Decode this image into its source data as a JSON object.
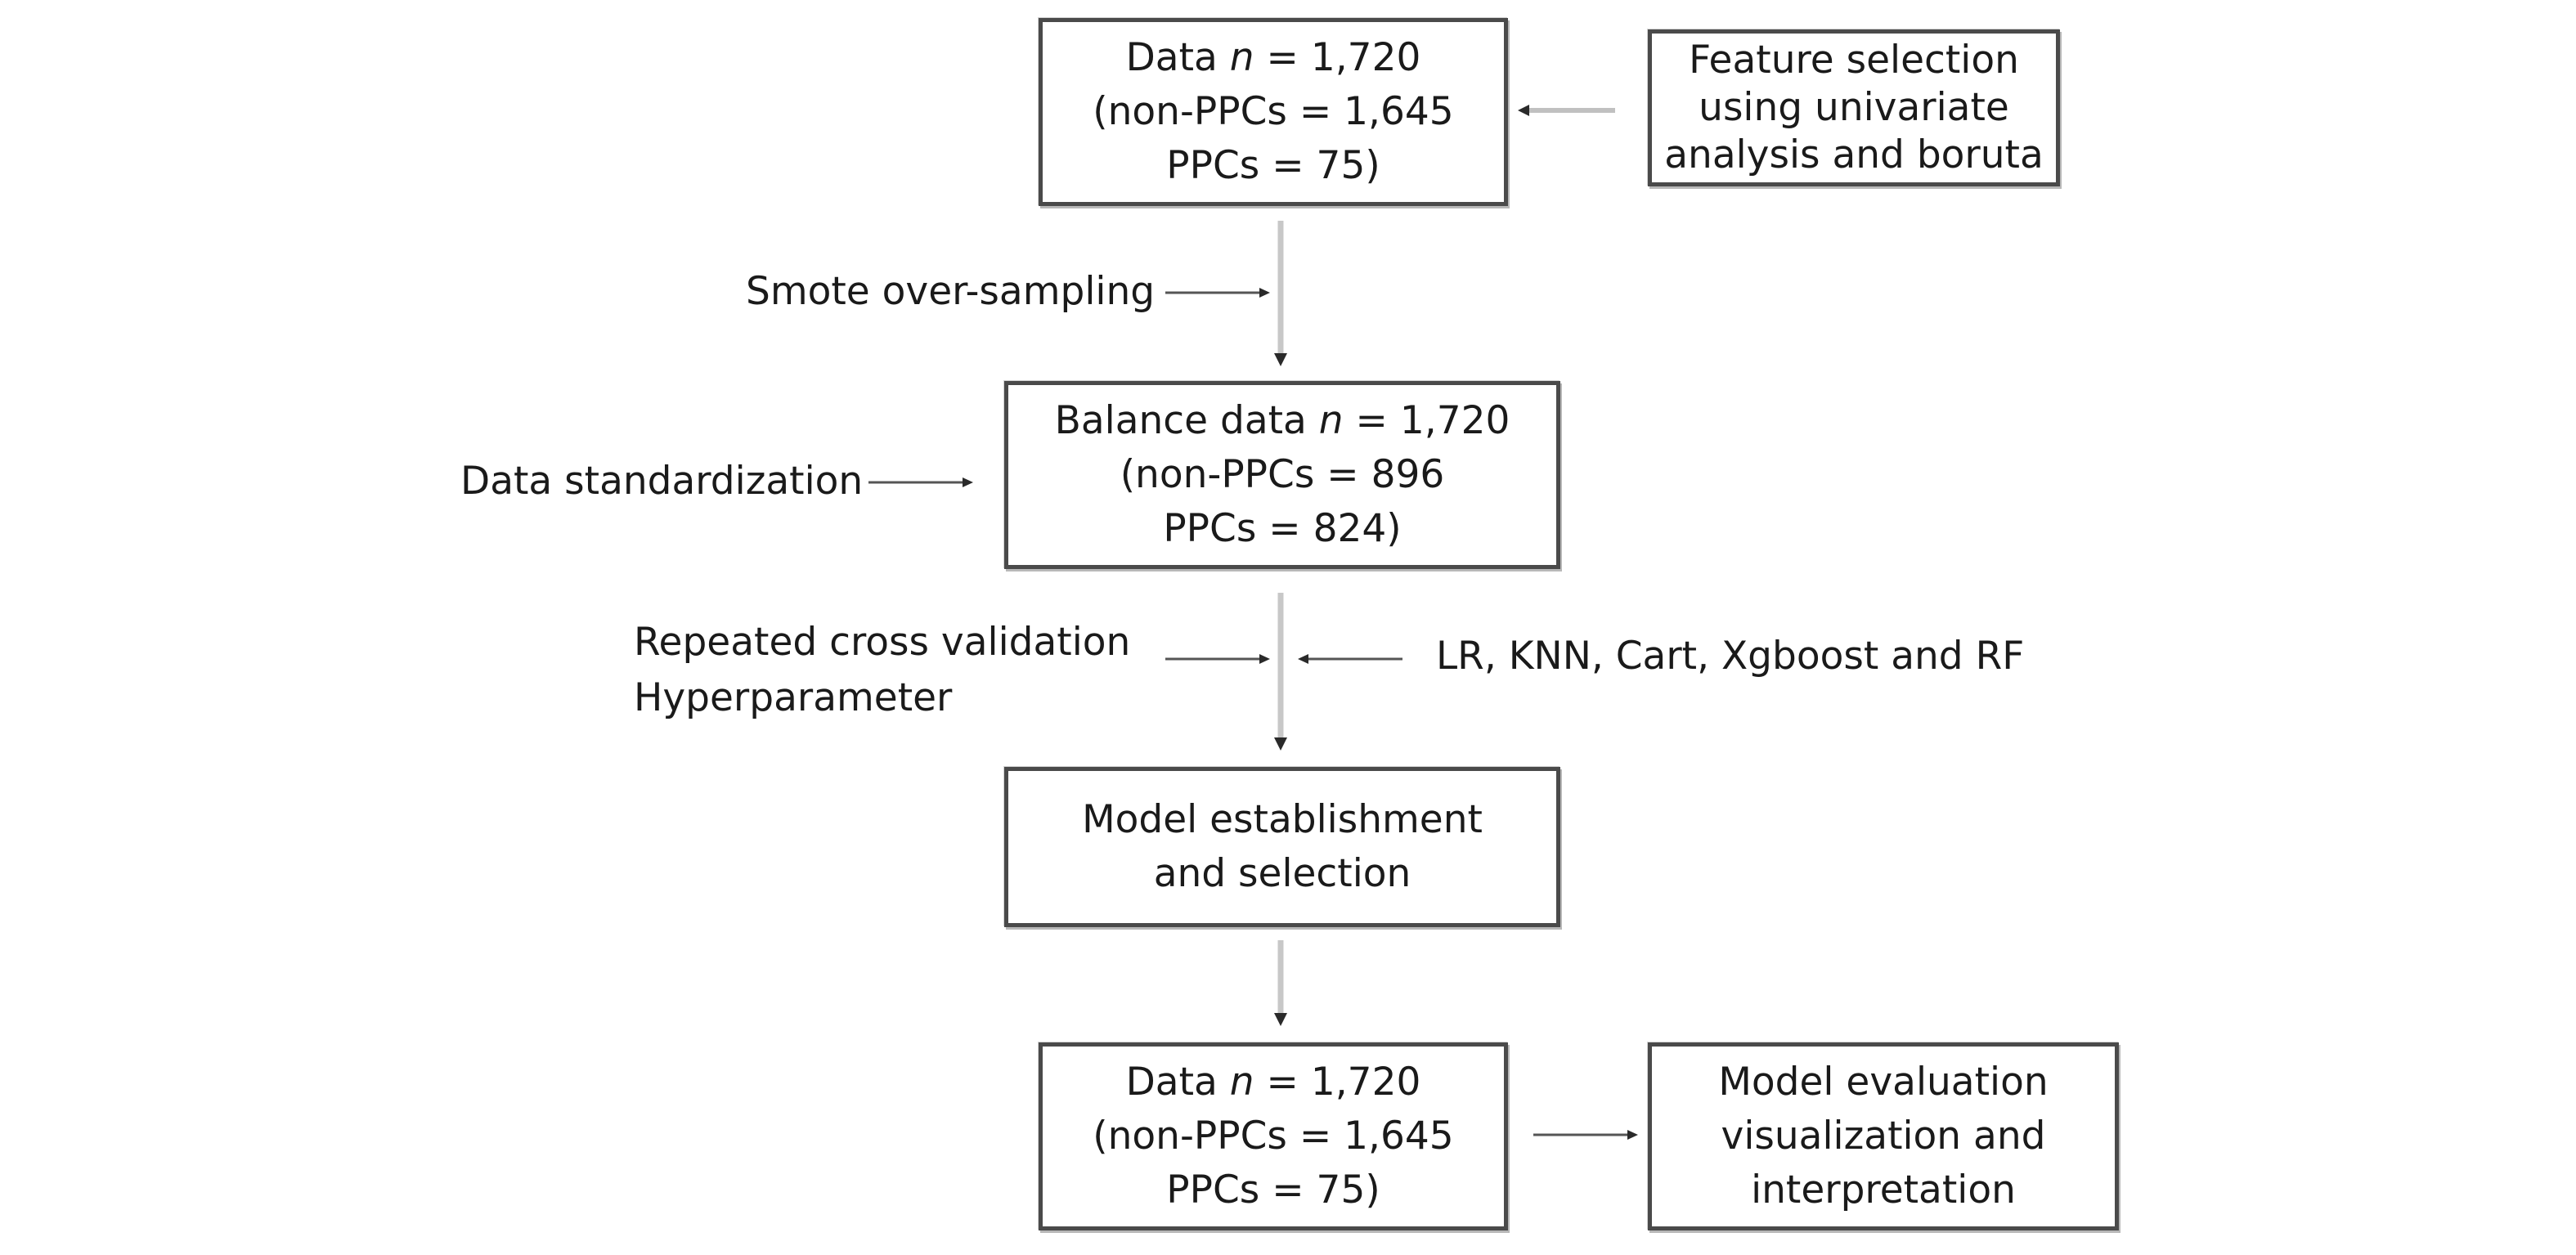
{
  "boxes": {
    "data_top": {
      "line1_prefix": "Data ",
      "line1_var": "n",
      "line1_suffix": " = 1,720",
      "line2": "(non-PPCs = 1,645",
      "line3": "PPCs = 75)"
    },
    "feature_selection": {
      "line1": "Feature selection",
      "line2": "using univariate",
      "line3": "analysis and boruta"
    },
    "balance_data": {
      "line1_prefix": "Balance data ",
      "line1_var": "n",
      "line1_suffix": " = 1,720",
      "line2": "(non-PPCs = 896",
      "line3": "PPCs = 824)"
    },
    "model_establishment": {
      "line1": "Model establishment",
      "line2": "and selection"
    },
    "data_bottom": {
      "line1_prefix": "Data ",
      "line1_var": "n",
      "line1_suffix": " = 1,720",
      "line2": "(non-PPCs = 1,645",
      "line3": "PPCs = 75)"
    },
    "model_evaluation": {
      "line1": "Model evaluation",
      "line2": "visualization and",
      "line3": "interpretation"
    }
  },
  "labels": {
    "smote": "Smote over-sampling",
    "standardization": "Data standardization",
    "cross_validation_line1": "Repeated cross validation",
    "cross_validation_line2": "Hyperparameter",
    "algorithms": "LR, KNN, Cart, Xgboost and RF"
  },
  "colors": {
    "box_border": "#4a4a4a",
    "arrow_main": "#c8c8c8",
    "arrow_thin": "#555555",
    "text": "#1a1a1a"
  }
}
